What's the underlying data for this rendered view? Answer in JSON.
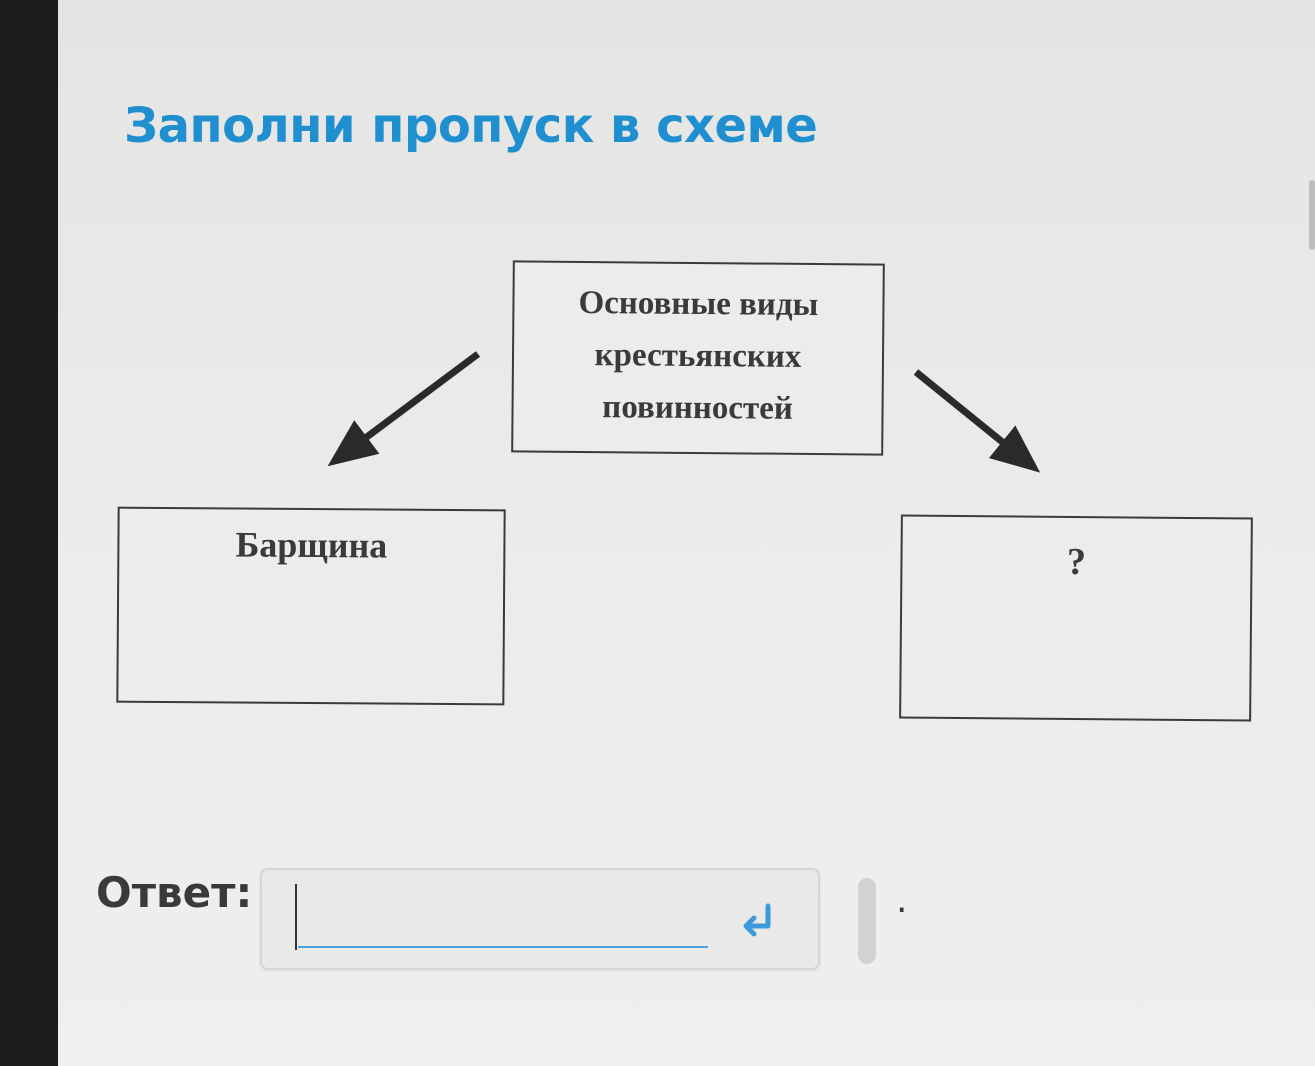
{
  "task": {
    "title": "Заполни пропуск в схеме"
  },
  "diagram": {
    "main_box": {
      "lines": [
        "Основные виды",
        "крестьянских",
        "повинностей"
      ]
    },
    "left_box": {
      "label": "Барщина"
    },
    "right_box": {
      "label": "?"
    },
    "colors": {
      "title": "#1f8fd0",
      "lines": "#2a2a2a"
    }
  },
  "answer": {
    "label": "Ответ:",
    "value": "",
    "submit_icon": "enter-arrow-icon",
    "submit_icon_color": "#3a9bd8",
    "trailing_text": "."
  }
}
